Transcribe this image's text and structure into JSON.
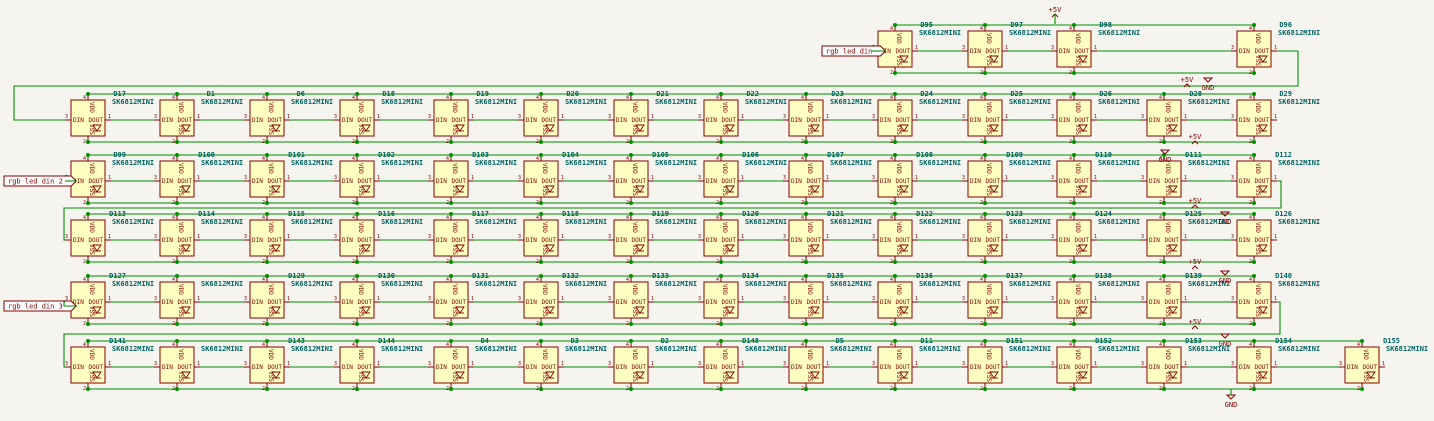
{
  "colors": {
    "background": "#f5f4ef",
    "wire": "#009000",
    "body_fill": "#ffffc2",
    "body_stroke": "#840000",
    "text": "#006464",
    "power_text": "#840000",
    "junction": "#009000",
    "label_fill": "#ffffff"
  },
  "symbol_value": "SK6812MINI",
  "pins": {
    "din": "DIN",
    "dout": "DOUT",
    "vdd": "VDD",
    "vss": "VSS",
    "n_din": "3",
    "n_dout": "1",
    "n_vdd": "4",
    "n_vss": "2"
  },
  "power": {
    "vcc": "+5V",
    "gnd": "GND"
  },
  "global_labels": [
    "rgb led din",
    "rgb led din 2",
    "rgb led din 3"
  ],
  "rows": [
    [
      "D95",
      "D97",
      "D98",
      "D96"
    ],
    [
      "D17",
      "D1",
      "D6",
      "D18",
      "D19",
      "D20",
      "D21",
      "D22",
      "D23",
      "D24",
      "D25",
      "D26",
      "D28",
      "D29"
    ],
    [
      "D99",
      "D100",
      "D101",
      "D102",
      "D103",
      "D104",
      "D105",
      "D106",
      "D107",
      "D108",
      "D109",
      "D110",
      "D111",
      "D112"
    ],
    [
      "D113",
      "D114",
      "D115",
      "D116",
      "D117",
      "D118",
      "D119",
      "D120",
      "D121",
      "D122",
      "D123",
      "D124",
      "D125",
      "D126"
    ],
    [
      "D127",
      "",
      "D129",
      "D130",
      "D131",
      "D132",
      "D133",
      "D134",
      "D135",
      "D136",
      "D137",
      "D138",
      "D139",
      "D140"
    ],
    [
      "D141",
      "",
      "D143",
      "D144",
      "D4",
      "D3",
      "D2",
      "D148",
      "D5",
      "D11",
      "D151",
      "D152",
      "D153",
      "D154",
      "D155"
    ]
  ]
}
